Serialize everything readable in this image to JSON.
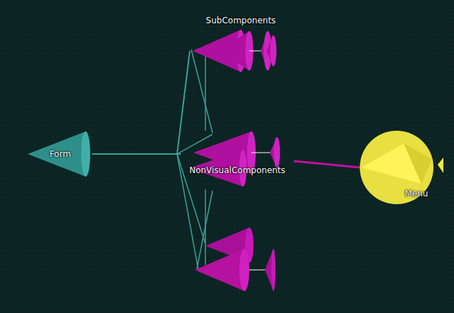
{
  "diagram": {
    "nodes": [
      {
        "text": [
          "Form"
        ]
      },
      {
        "text": [
          "SubComponents"
        ]
      },
      {
        "text": [
          "NonVisualComponents"
        ]
      },
      {
        "text": [
          "Menu"
        ]
      }
    ],
    "edges": [
      {
        "from": 0,
        "to": 1,
        "arrow": "none"
      },
      {
        "from": 0,
        "to": 2,
        "arrow": "none"
      },
      {
        "from": 2,
        "to": 3,
        "arrow": "none"
      }
    ]
  }
}
